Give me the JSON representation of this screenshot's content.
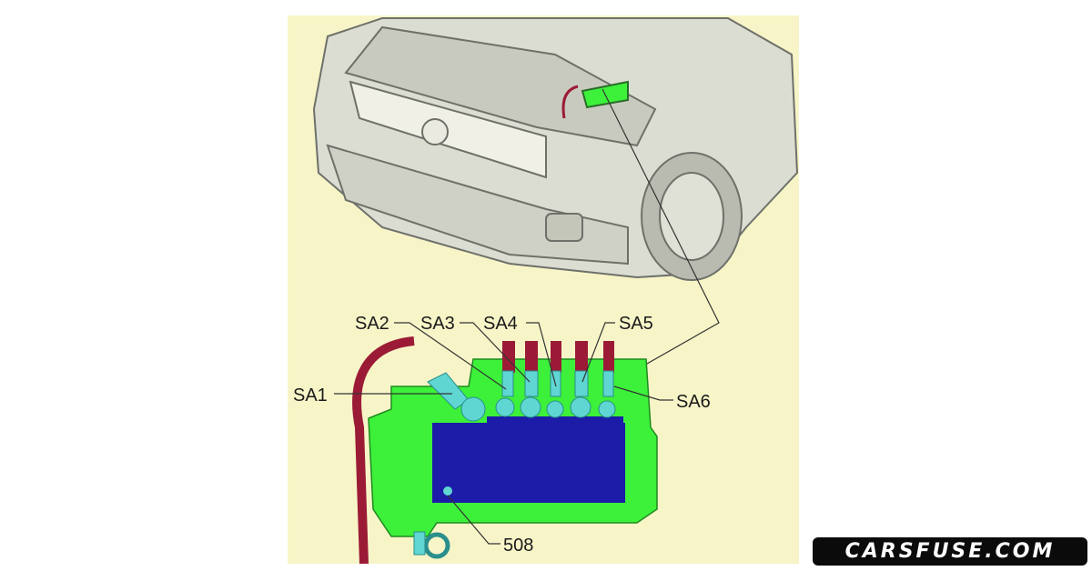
{
  "diagram": {
    "labels": {
      "sa1": "SA1",
      "sa2": "SA2",
      "sa3": "SA3",
      "sa4": "SA4",
      "sa5": "SA5",
      "sa6": "SA6",
      "part": "508"
    },
    "colors": {
      "background": "#f7f5c8",
      "fuse_box_body": "#3df03a",
      "fuse_box_panel": "#1c1ca8",
      "cable": "#9b1b36",
      "terminals": "#5fd6d2"
    }
  },
  "watermark": {
    "text": "CARSFUSE.COM"
  }
}
